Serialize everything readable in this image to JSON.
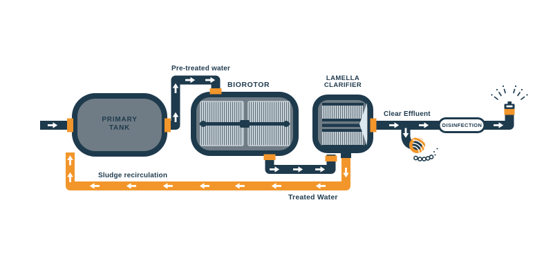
{
  "stages": {
    "primary_tank": {
      "label_line1": "PRIMARY",
      "label_line2": "TANK"
    },
    "biorotor": {
      "label": "BIOROTOR"
    },
    "lamella_clarifier": {
      "label_line1": "LAMELLA",
      "label_line2": "CLARIFIER"
    },
    "disinfection": {
      "label": "DISINFECTION"
    }
  },
  "flows": {
    "pre_treated_water": {
      "label": "Pre-treated water"
    },
    "clear_effluent": {
      "label": "Clear Effluent"
    },
    "sludge_recirculation": {
      "label": "Sludge recirculation"
    },
    "treated_water": {
      "label": "Treated Water"
    }
  },
  "icons": {
    "flow_arrow": "white directional flow arrow",
    "outfall_discharge": "pipe outlet pouring water over pebbles",
    "sprinkler": "irrigation sprinkler head spraying water"
  },
  "colors": {
    "pipe_navy": "#1E3A4D",
    "accent_orange": "#F2962B",
    "tank_gray": "#6F7C85",
    "panel_light": "#CBD4DA",
    "panel_stripe_dark": "#5E6E7A",
    "funnel_blue": "#DCE8EF",
    "background": "#FFFFFF"
  }
}
